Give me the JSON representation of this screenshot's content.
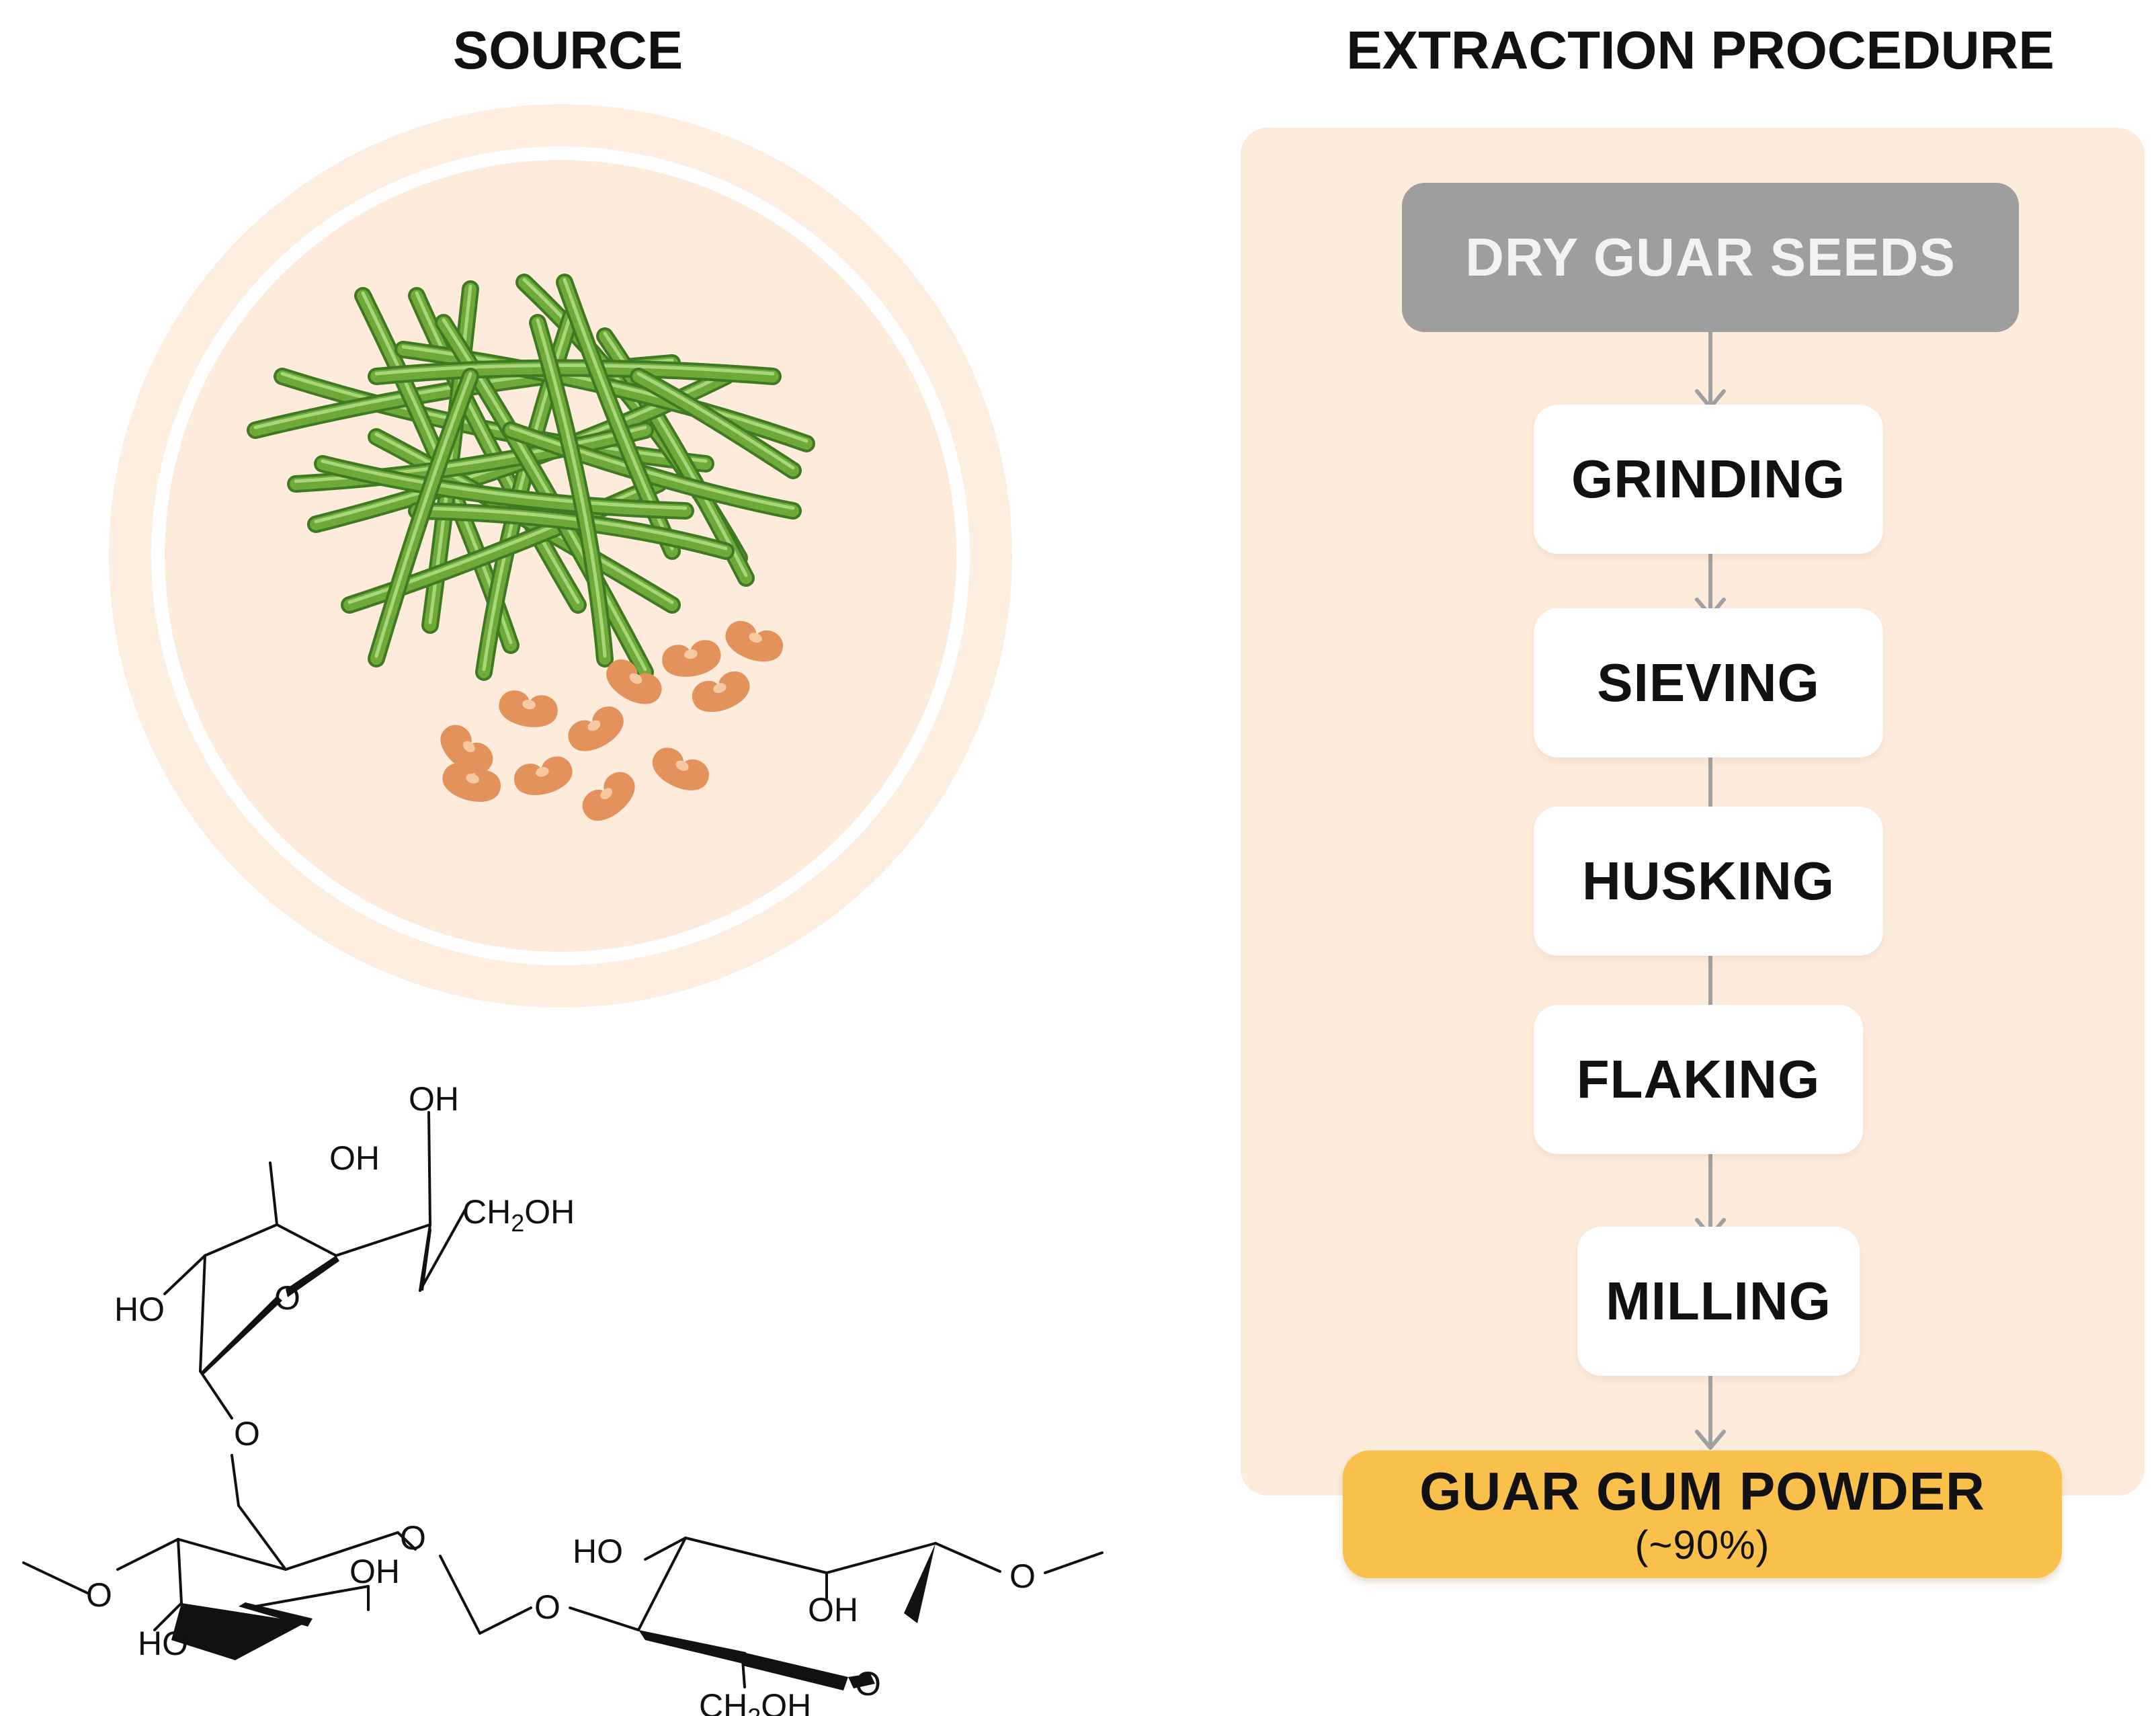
{
  "source": {
    "heading": "SOURCE",
    "illustration": "guar-pods-and-seeds",
    "structure": {
      "labels": {
        "oh": "OH",
        "ho": "HO",
        "o": "O",
        "ch2": "CH",
        "sub2": "2",
        "ch2_oh": "OH"
      }
    }
  },
  "extraction": {
    "heading": "EXTRACTION PROCEDURE",
    "steps": [
      "DRY GUAR SEEDS",
      "GRINDING",
      "SIEVING",
      "HUSKING",
      "FLAKING",
      "MILLING"
    ],
    "result": {
      "label": "GUAR GUM POWDER",
      "yield": "(~90%)"
    }
  },
  "colors": {
    "panel": "#fdebdc",
    "start_box": "#9e9e9e",
    "result_box": "#f9c04c",
    "arrow": "#a0a0a0",
    "pod": "#6ea93a",
    "seed": "#e2925a"
  }
}
